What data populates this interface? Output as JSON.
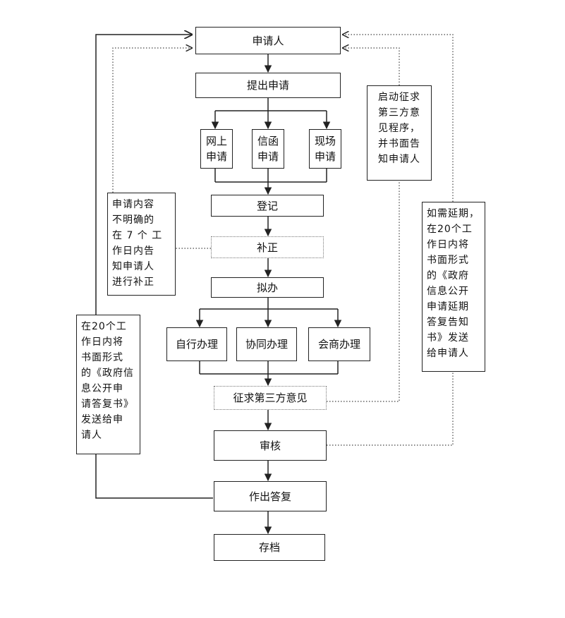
{
  "flow": {
    "applicant": "申请人",
    "submit": "提出申请",
    "online": "网上\n申请",
    "letter": "信函\n申请",
    "onsite": "现场\n申请",
    "register": "登记",
    "correct": "补正",
    "handle": "拟办",
    "self": "自行办理",
    "cooperate": "协同办理",
    "consult": "会商办理",
    "third_party": "征求第三方意见",
    "review": "审核",
    "reply": "作出答复",
    "archive": "存档"
  },
  "notes": {
    "third_party_notice": "启动征求\n第三方意\n见程序，\n并书面告\n知申请人",
    "correction_notice": "申请内容\n不明确的\n在 7 个 工\n作日内告\n知申请人\n进行补正",
    "reply_notice": "在20个工\n作日内将\n书面形式\n的《政府信\n息公开申\n请答复书》\n发送给申\n请人",
    "extension_notice": "如需延期，\n在20个工\n作日内将\n书面形式\n的《政府\n信息公开\n申请延期\n答复告知\n书》发送\n给申请人"
  }
}
